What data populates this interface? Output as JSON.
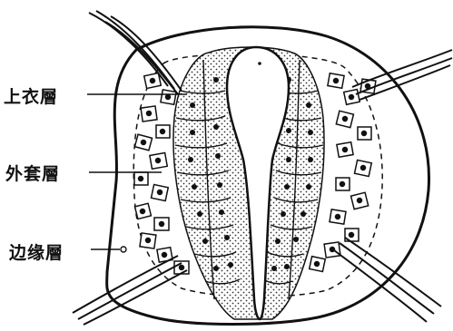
{
  "labels": {
    "ependymal": "上衣層",
    "mantle": "外套層",
    "marginal": "边缘層"
  },
  "colors": {
    "ink": "#111111",
    "cell_fill": "#d8d8d8",
    "background": "#ffffff"
  }
}
